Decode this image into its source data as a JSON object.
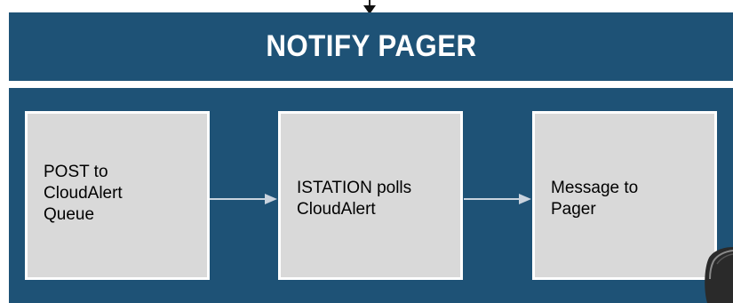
{
  "header": {
    "title": "NOTIFY PAGER"
  },
  "steps": [
    {
      "label": "POST to\nCloudAlert\nQueue"
    },
    {
      "label": "ISTATION polls\nCloudAlert"
    },
    {
      "label": "Message to\nPager"
    }
  ],
  "colors": {
    "band": "#1e5276",
    "box": "#d9d9d9",
    "arrow": "#c9d3de"
  },
  "icons": {
    "top_arrow": "arrow-down-icon",
    "connector": "arrow-right-icon",
    "device": "pager-device-icon"
  }
}
